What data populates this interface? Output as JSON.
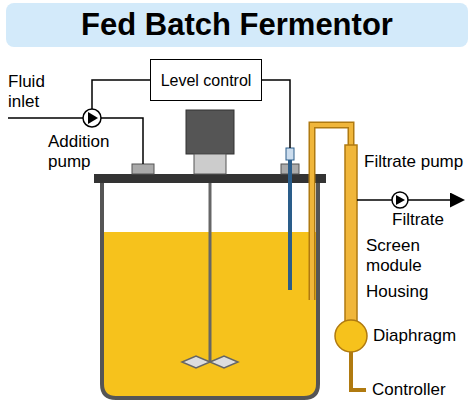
{
  "diagram": {
    "title": "Fed Batch Fermentor",
    "nodes": [
      {
        "text": [
          "Level control"
        ]
      }
    ],
    "labels": [
      "Fluid inlet",
      "Addition pump",
      "Filtrate pump",
      "Filtrate",
      "Screen module",
      "Housing",
      "Diaphragm",
      "Controller"
    ]
  }
}
